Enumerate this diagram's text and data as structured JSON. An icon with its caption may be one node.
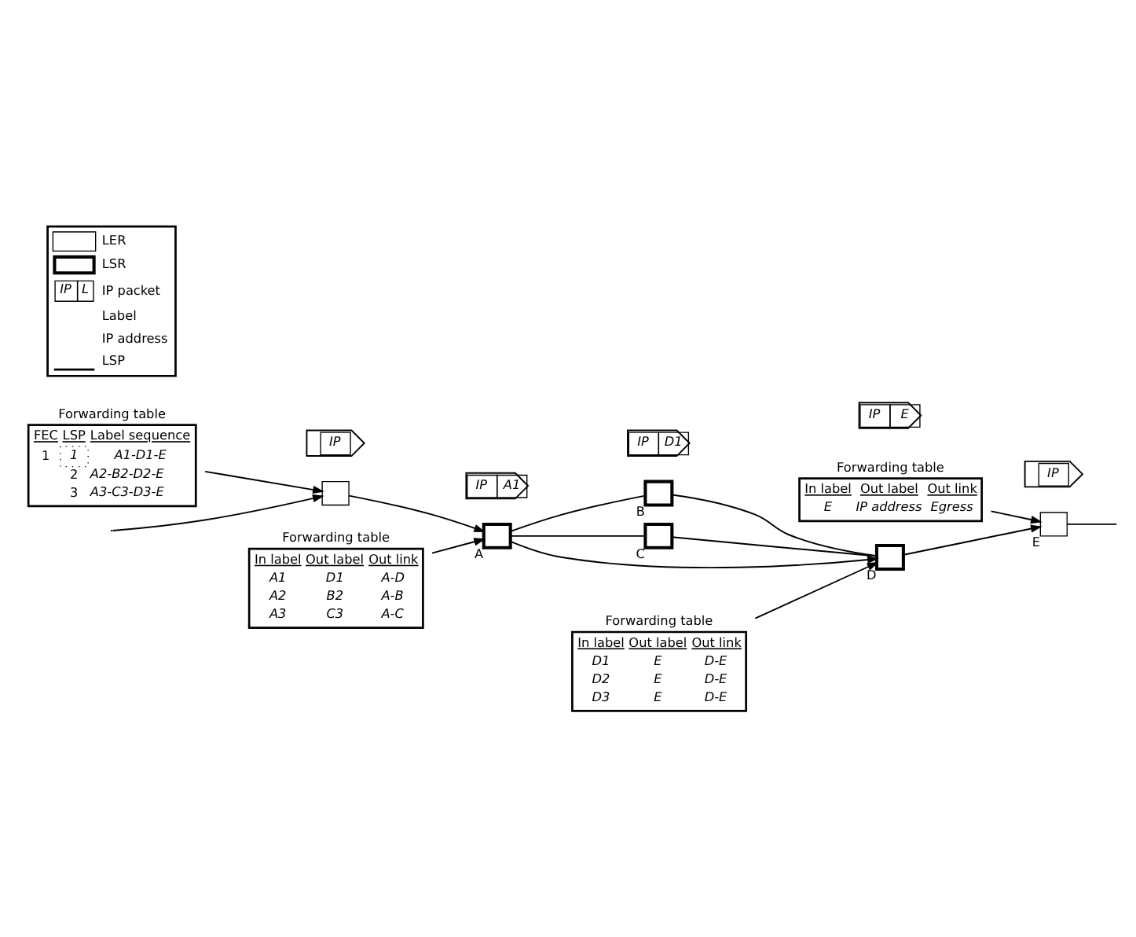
{
  "diagram": {
    "nodes": [
      {
        "text": [
          "Forwarding table",
          "In label",
          "Out label",
          "Out link",
          "E",
          "IP address",
          "Egress"
        ]
      },
      {
        "text": [],
        "shape": "box"
      },
      {
        "text": [
          "A"
        ]
      },
      {
        "text": [
          "B"
        ]
      },
      {
        "text": [
          "C"
        ]
      },
      {
        "text": [
          "D"
        ]
      },
      {
        "text": [
          "E"
        ]
      },
      {
        "text": [
          "IP"
        ]
      },
      {
        "text": [
          "IP",
          "A1"
        ]
      },
      {
        "text": [
          "IP",
          "D1"
        ]
      },
      {
        "text": [
          "IP",
          "E"
        ]
      },
      {
        "text": [
          "IP"
        ]
      },
      {
        "text": [
          "Forwarding table",
          "FEC",
          "LSP",
          "Label sequence",
          "1",
          "1",
          "A1-D1-E",
          "2",
          "A2-B2-D2-E",
          "3",
          "A3-C3-D3-E"
        ]
      },
      {
        "text": [
          "Forwarding table",
          "In label",
          "Out label",
          "Out link",
          "A1",
          "D1",
          "A-D",
          "A2",
          "B2",
          "A-B",
          "A3",
          "C3",
          "A-C"
        ]
      },
      {
        "text": [
          "Forwarding table",
          "In label",
          "Out label",
          "Out link",
          "D1",
          "E",
          "D-E",
          "D2",
          "E",
          "D-E",
          "D3",
          "E",
          "D-E"
        ]
      }
    ],
    "edges": [
      {
        "from": null,
        "to": 1,
        "arrow": "to"
      },
      {
        "from": 1,
        "to": 2,
        "arrow": "to"
      },
      {
        "from": 2,
        "to": 3,
        "arrow": "none"
      },
      {
        "from": 3,
        "to": 5,
        "arrow": "none"
      },
      {
        "from": 2,
        "to": 5,
        "arrow": "to"
      },
      {
        "from": 2,
        "to": 4,
        "arrow": "none"
      },
      {
        "from": 4,
        "to": 5,
        "arrow": "none"
      },
      {
        "from": 5,
        "to": 6,
        "arrow": "to"
      },
      {
        "from": 6,
        "to": null,
        "arrow": "none"
      },
      {
        "from": 0,
        "to": 6,
        "arrow": "to"
      },
      {
        "from": 12,
        "to": 1,
        "arrow": "to"
      },
      {
        "from": 13,
        "to": 2,
        "arrow": "to"
      },
      {
        "from": 14,
        "to": 5,
        "arrow": "to"
      }
    ],
    "labels": [
      "IP",
      "L"
    ],
    "legend": [
      {
        "text": "LER"
      },
      {
        "text": "LSR"
      },
      {
        "text": "IP packet"
      },
      {
        "text": "Label"
      },
      {
        "text": "IP address"
      },
      {
        "text": "LSP"
      }
    ]
  }
}
